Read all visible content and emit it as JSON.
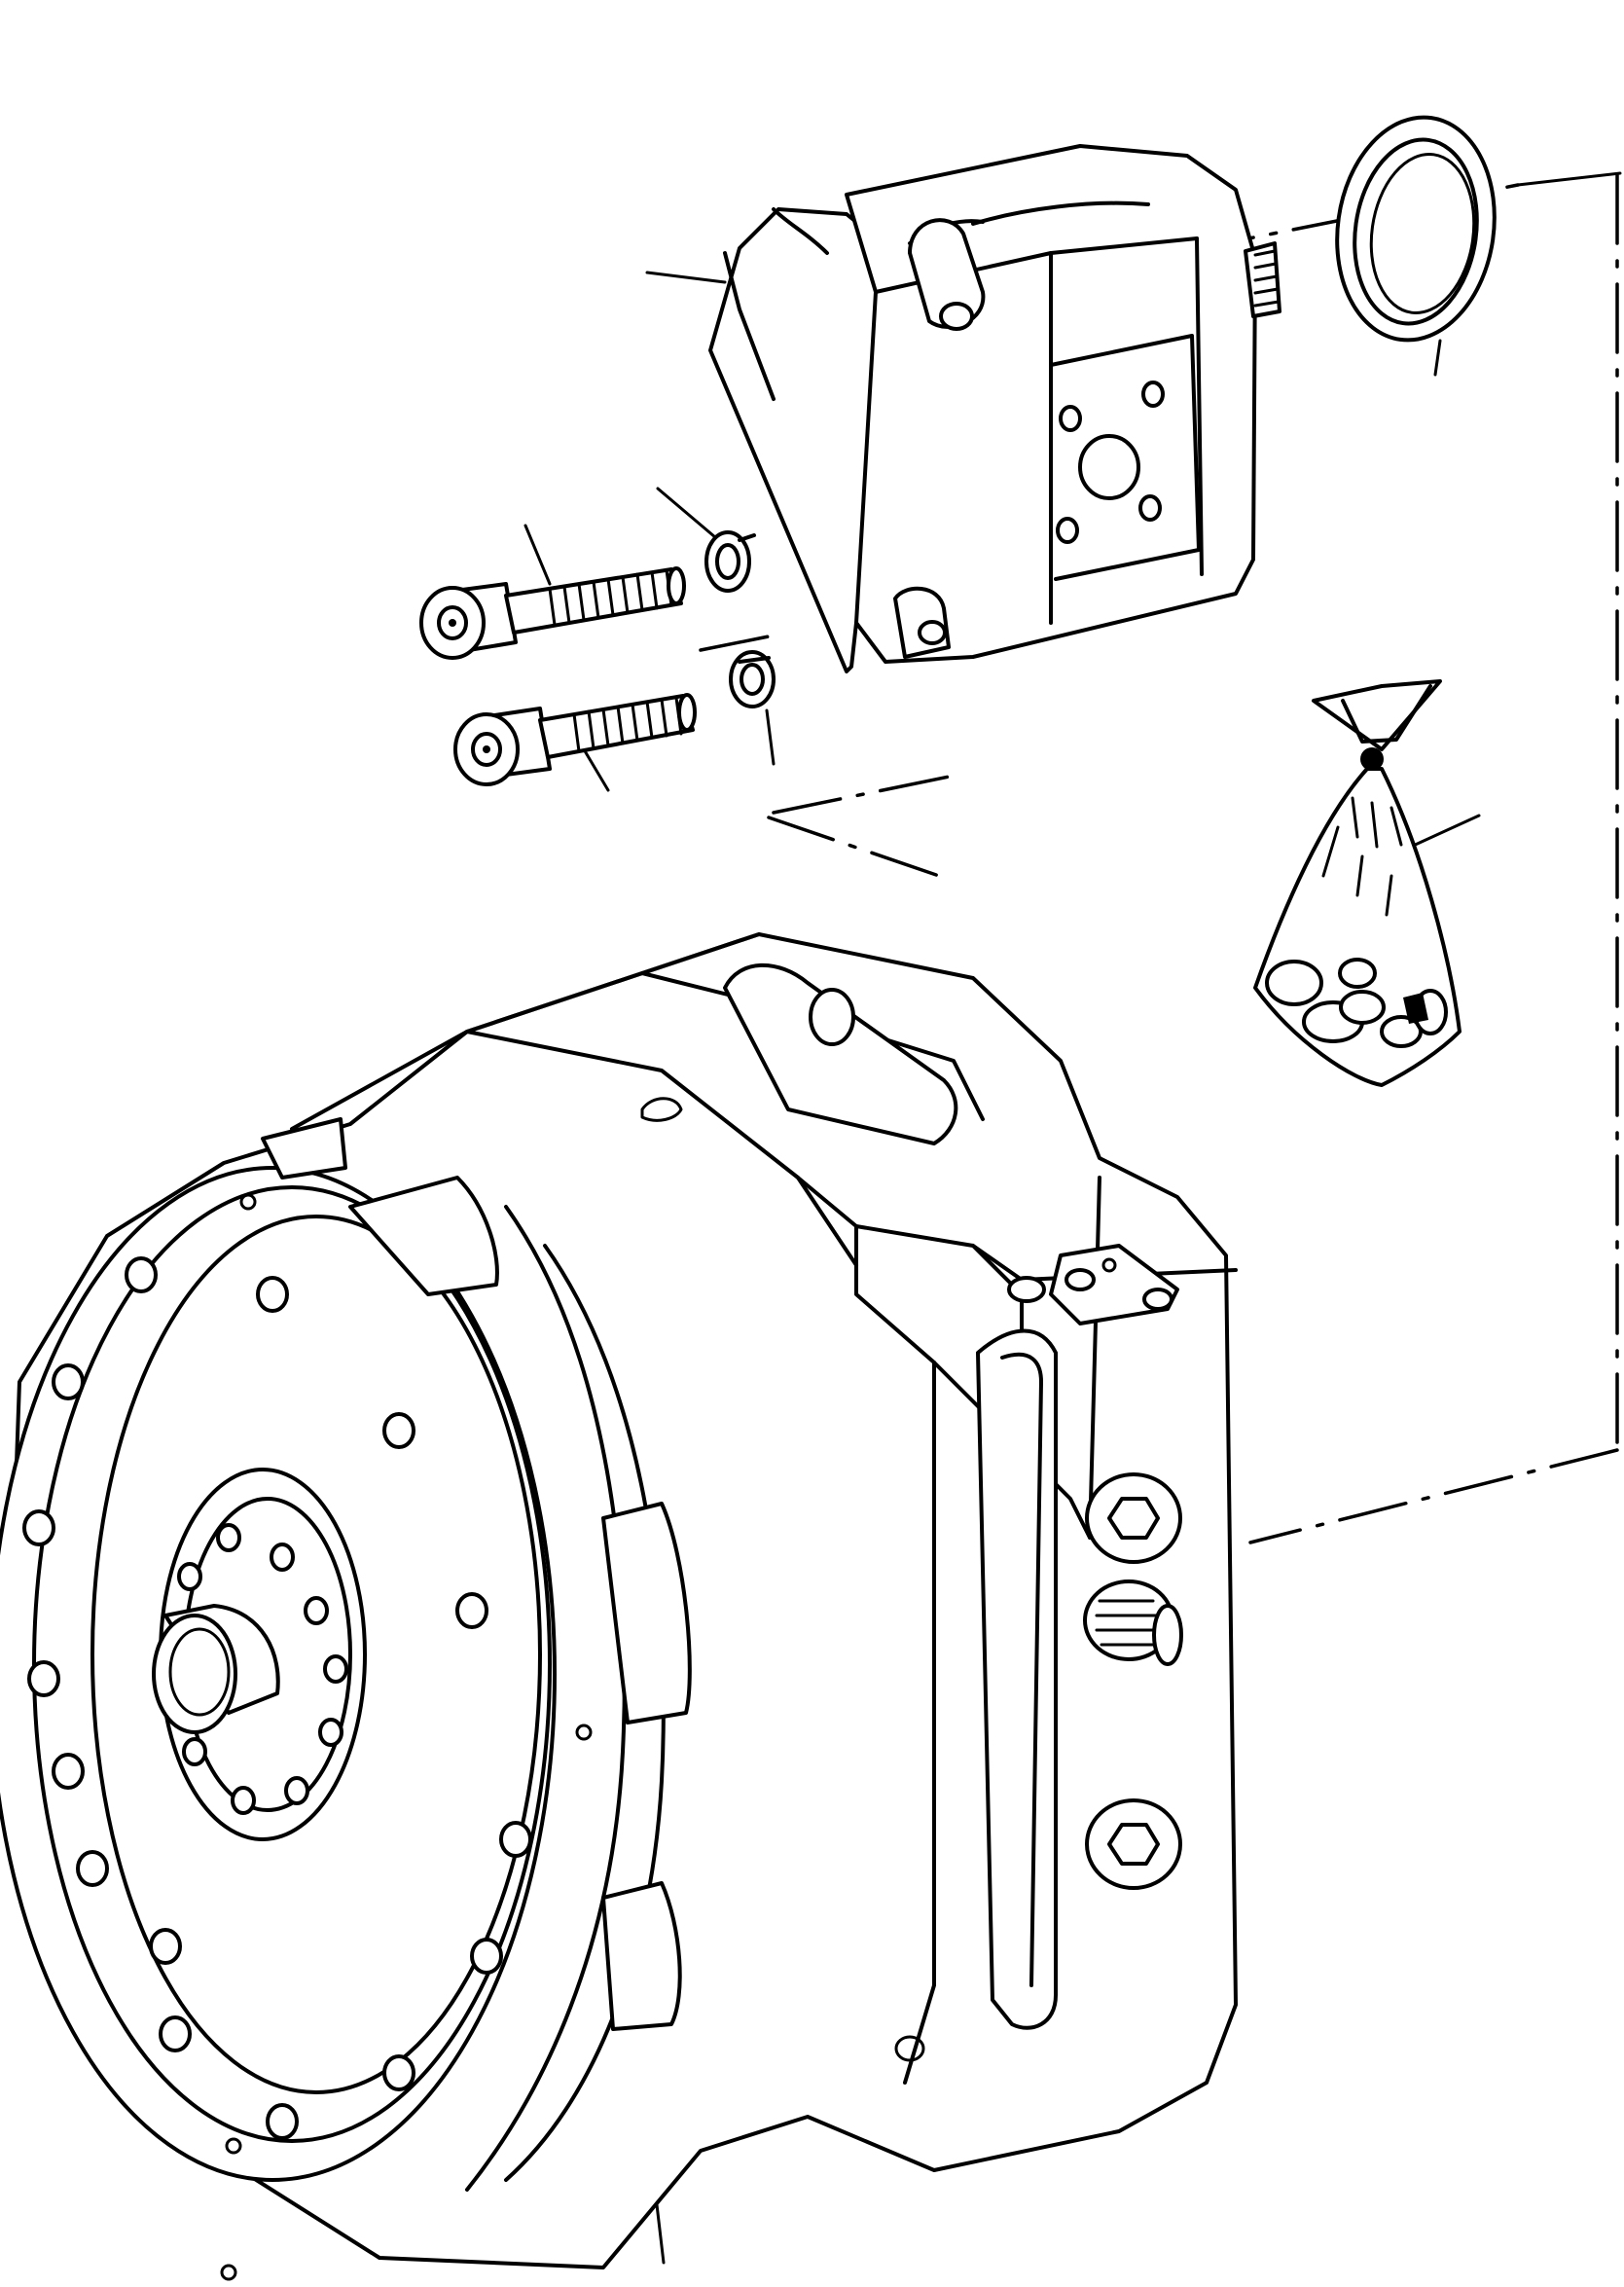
{
  "diagram": {
    "kind": "exploded-parts-drawing",
    "background": "#ffffff",
    "ink": "#000000",
    "parts": [
      {
        "name": "transmission-housing"
      },
      {
        "name": "hydraulic-pump"
      },
      {
        "name": "shaft-seal-ring"
      },
      {
        "name": "cap-screw-upper"
      },
      {
        "name": "cap-screw-lower"
      },
      {
        "name": "lock-washer-upper"
      },
      {
        "name": "lock-washer-lower"
      },
      {
        "name": "parts-kit-bag"
      }
    ],
    "leader_lines": 8
  }
}
